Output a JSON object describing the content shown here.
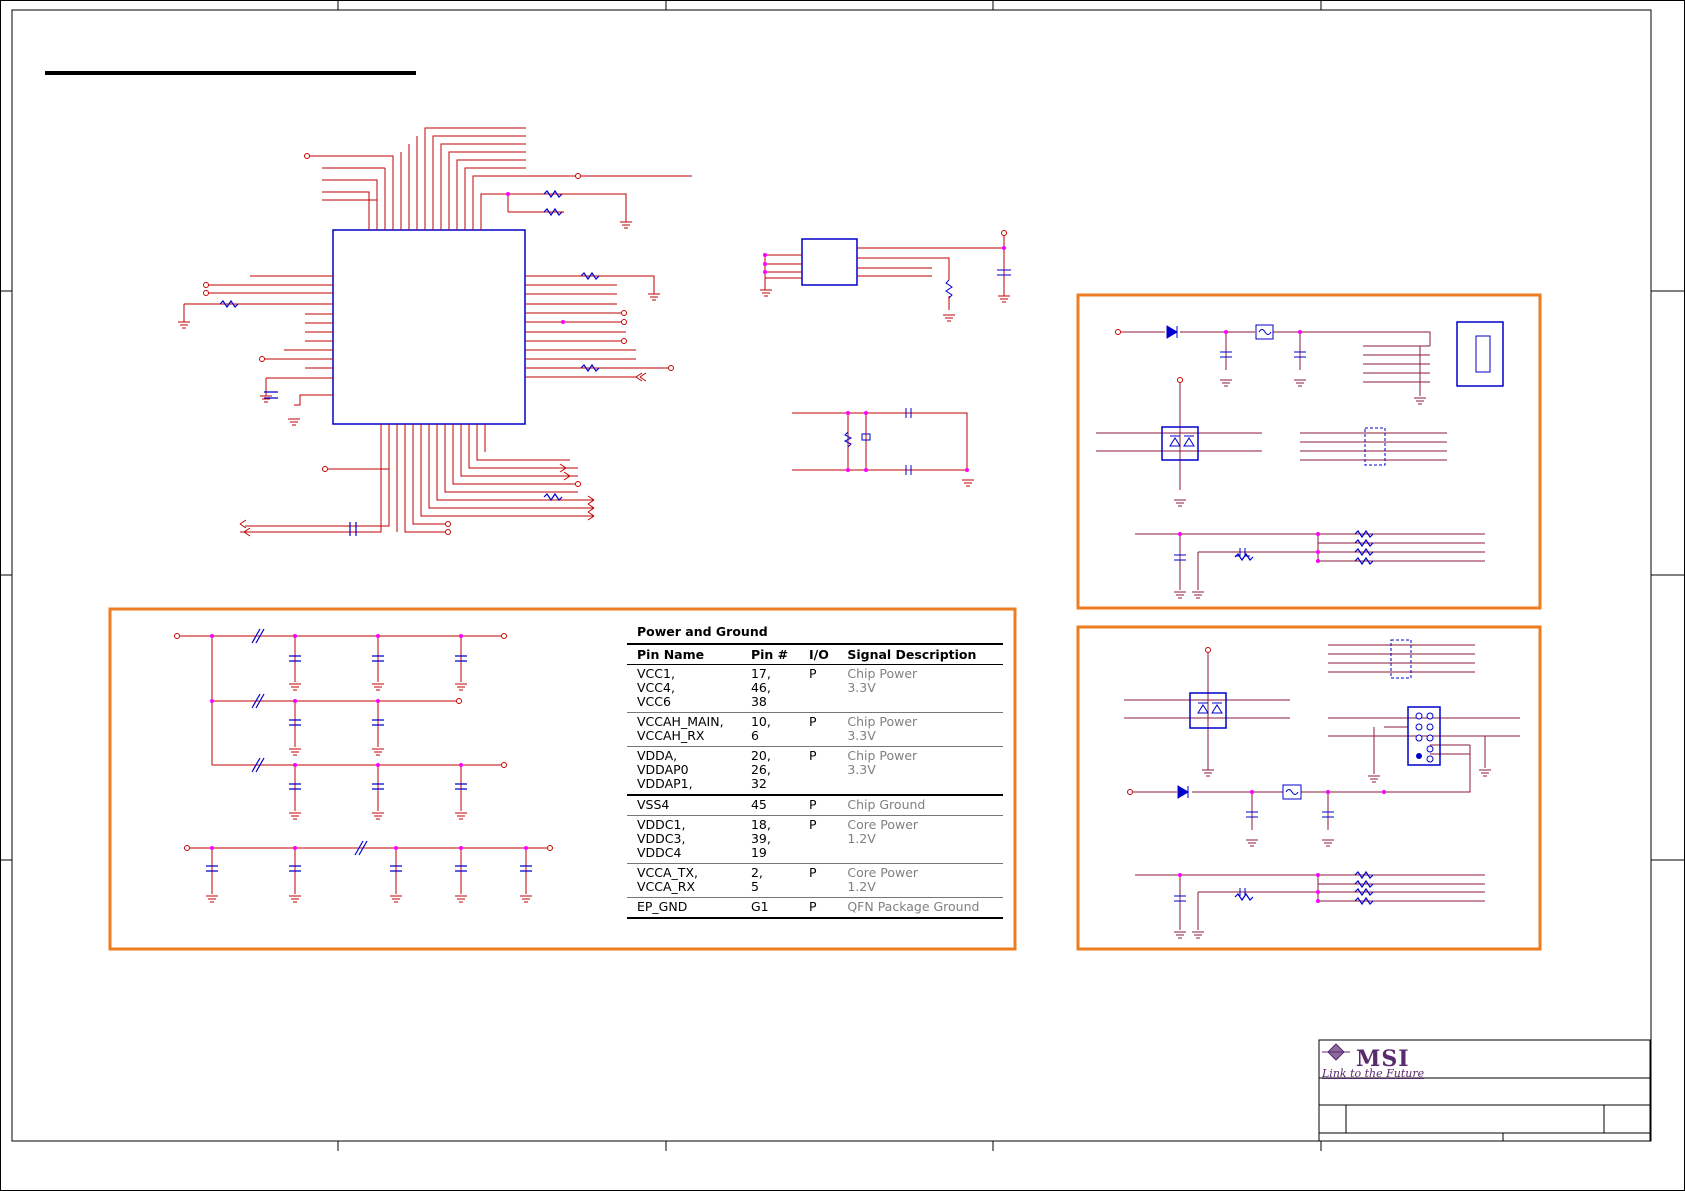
{
  "power_table": {
    "title": "Power and Ground",
    "headers": [
      "Pin Name",
      "Pin #",
      "I/O",
      "Signal Description"
    ],
    "rows": [
      {
        "name": "VCC1,\nVCC4,\nVCC6",
        "pins": "17,\n46,\n38",
        "io": "P",
        "desc": "Chip Power\n3.3V"
      },
      {
        "name": "VCCAH_MAIN,\nVCCAH_RX",
        "pins": "10,\n6",
        "io": "P",
        "desc": "Chip Power\n3.3V"
      },
      {
        "name": "VDDA,\nVDDAP0\nVDDAP1,",
        "pins": "20,\n26,\n32",
        "io": "P",
        "desc": "Chip Power\n3.3V"
      },
      {
        "name": "VSS4",
        "pins": "45",
        "io": "P",
        "desc": "Chip Ground"
      },
      {
        "name": "VDDC1,\nVDDC3,\nVDDC4",
        "pins": "18,\n39,\n19",
        "io": "P",
        "desc": "Core Power\n1.2V"
      },
      {
        "name": "VCCA_TX,\nVCCA_RX",
        "pins": "2,\n5",
        "io": "P",
        "desc": "Core Power\n1.2V"
      },
      {
        "name": "EP_GND",
        "pins": "G1",
        "io": "P",
        "desc": "QFN Package Ground"
      }
    ]
  },
  "title_block": {
    "logo": "MSI",
    "tagline": "Link to the Future"
  },
  "colors": {
    "wire": "#c00000",
    "component": "#0000cc",
    "junction": "#ff00ff",
    "net_pin": "#cc0000",
    "frame": "#000000",
    "highlight_box": "#ee7d22",
    "bus": "#8b1a3a"
  }
}
